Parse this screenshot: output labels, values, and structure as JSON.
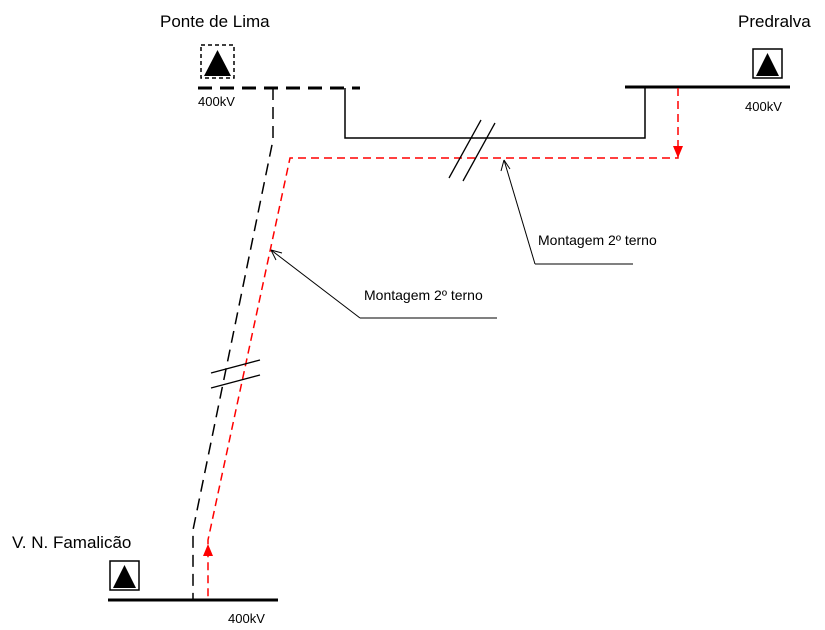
{
  "substations": {
    "ponte_de_lima": {
      "name": "Ponte de Lima",
      "voltage": "400kV"
    },
    "pedralva": {
      "name": "Predralva",
      "voltage": "400kV"
    },
    "famalicao": {
      "name": "V. N. Famalicão",
      "voltage": "400kV"
    }
  },
  "annotations": {
    "upper": "Montagem 2º terno",
    "lower": "Montagem 2º terno"
  },
  "colors": {
    "existing_line": "#000000",
    "new_circuit": "#ff0000"
  }
}
